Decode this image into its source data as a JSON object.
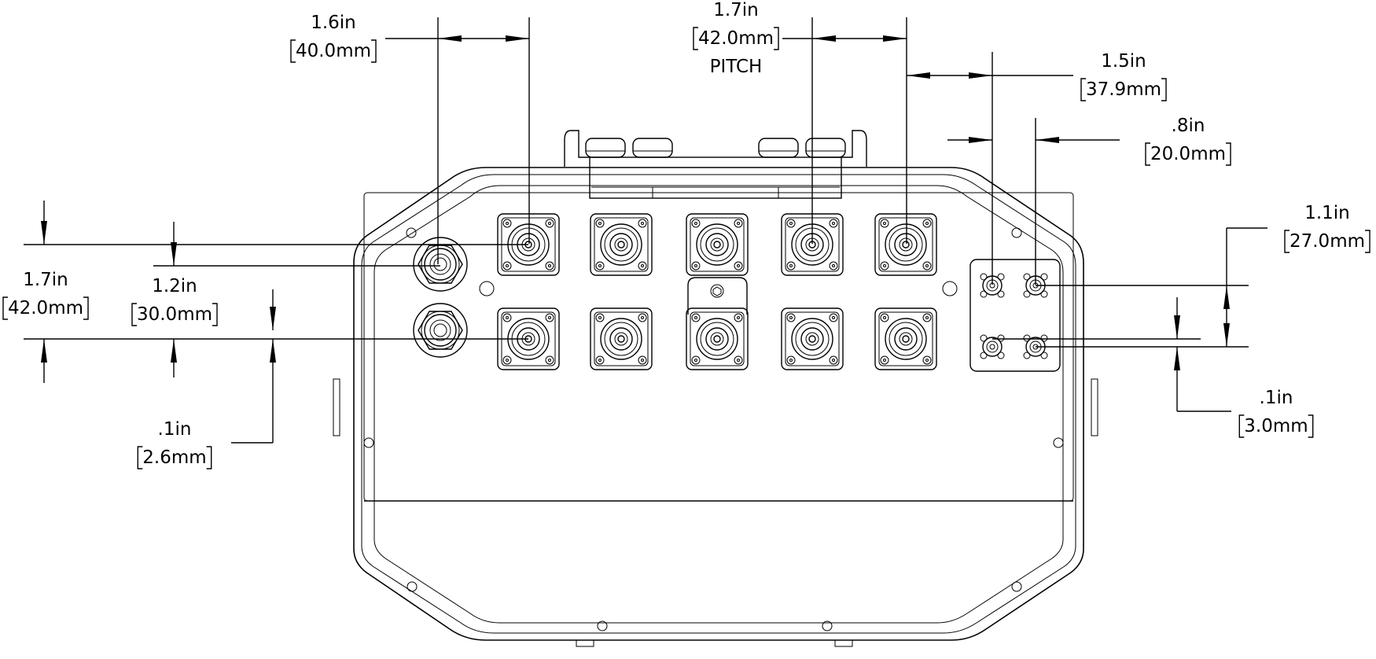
{
  "dimensions": [
    {
      "id": "dim-40mm",
      "inch": "1.6in",
      "mm": "40.0mm"
    },
    {
      "id": "dim-pitch",
      "inch": "1.7in",
      "mm": "42.0mm",
      "note": "PITCH"
    },
    {
      "id": "dim-37-9mm",
      "inch": "1.5in",
      "mm": "37.9mm"
    },
    {
      "id": "dim-20mm",
      "inch": ".8in",
      "mm": "20.0mm"
    },
    {
      "id": "dim-27mm",
      "inch": "1.1in",
      "mm": "27.0mm"
    },
    {
      "id": "dim-42mm-left",
      "inch": "1.7in",
      "mm": "42.0mm"
    },
    {
      "id": "dim-30mm",
      "inch": "1.2in",
      "mm": "30.0mm"
    },
    {
      "id": "dim-2-6mm",
      "inch": ".1in",
      "mm": "2.6mm"
    },
    {
      "id": "dim-3mm",
      "inch": ".1in",
      "mm": "3.0mm"
    }
  ]
}
